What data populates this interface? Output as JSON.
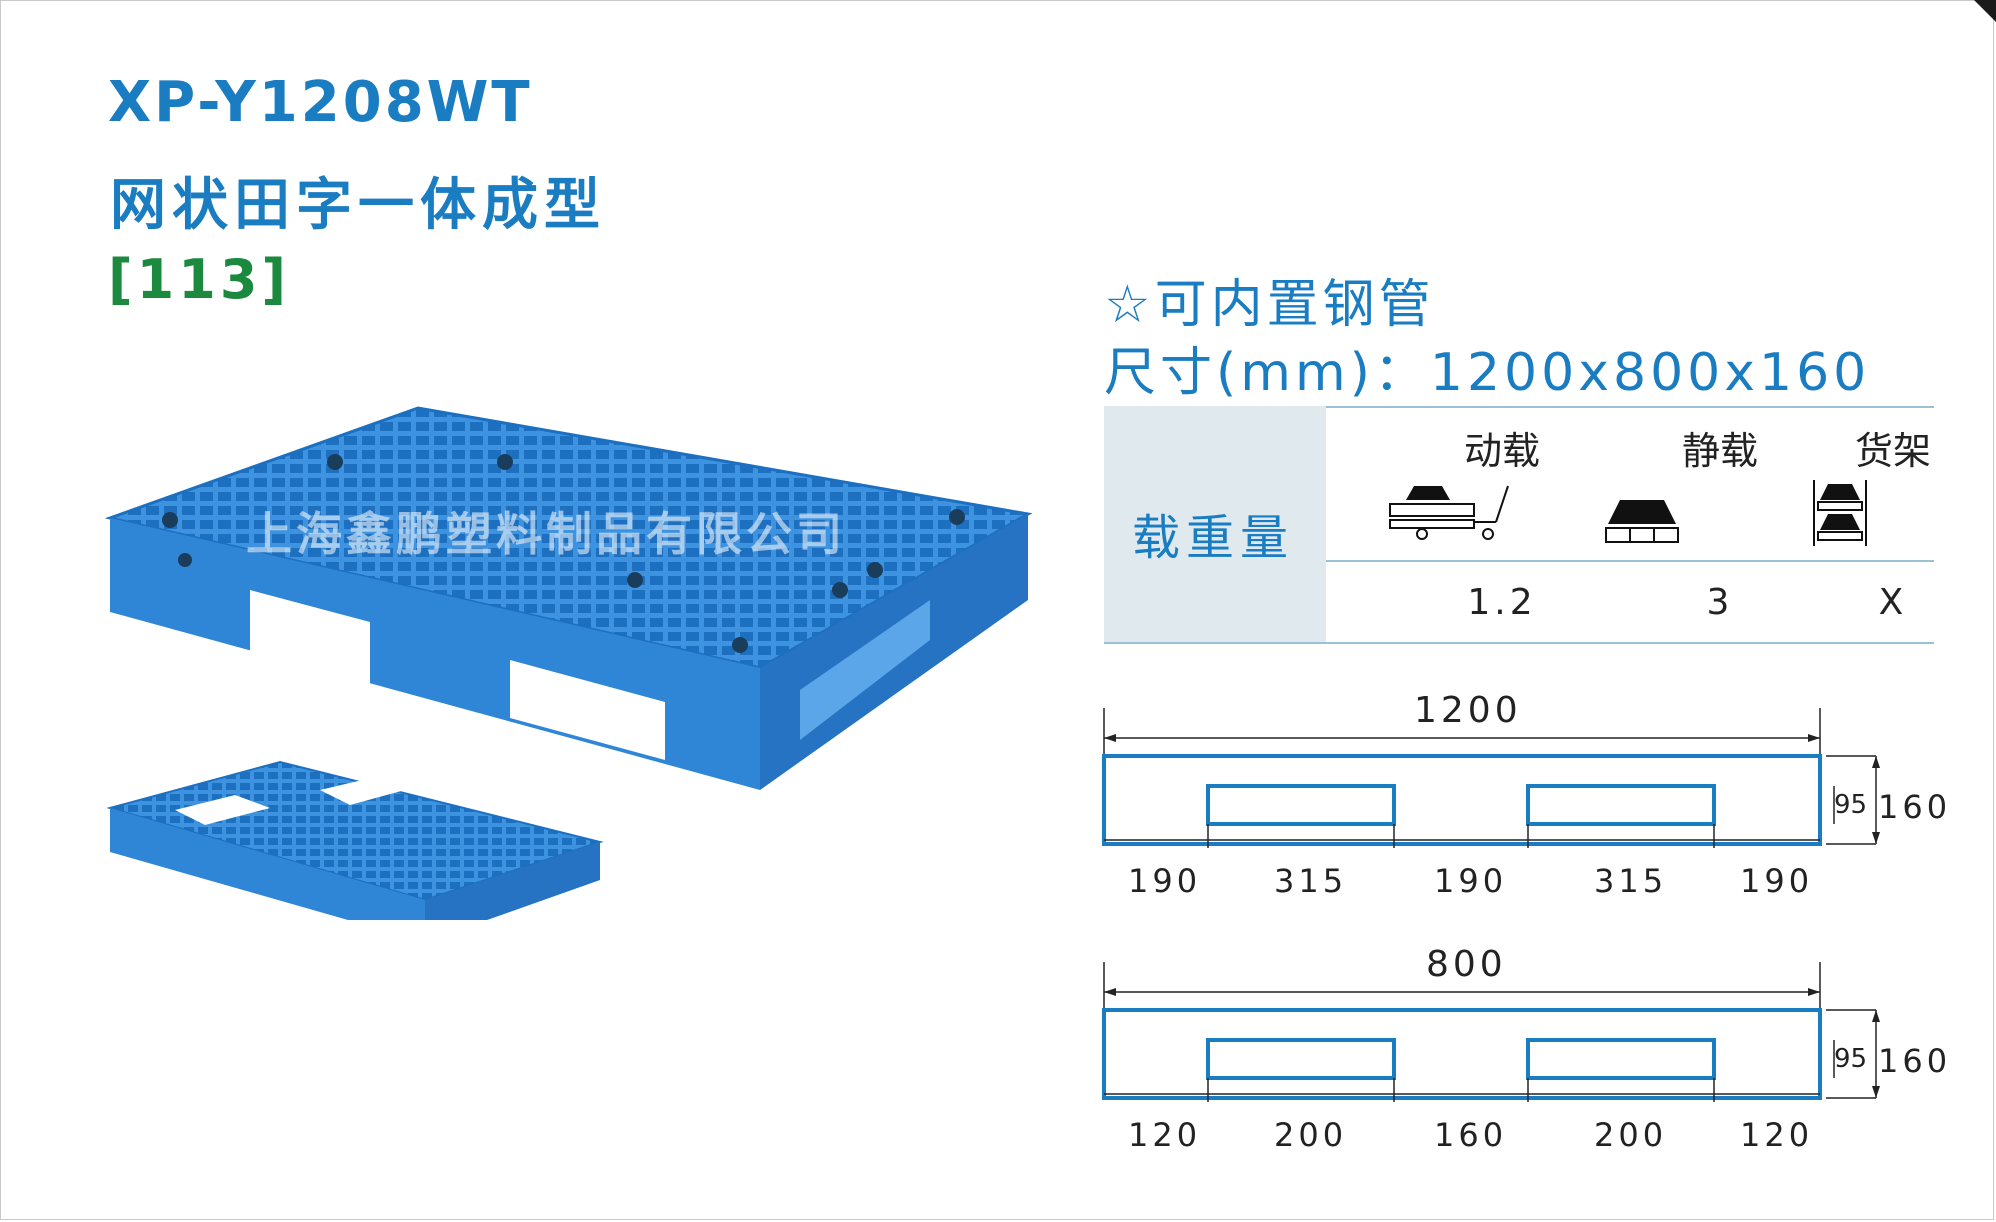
{
  "title": "XP-Y1208WT",
  "subtitle": "网状田字一体成型",
  "code": "[113]",
  "watermark": "上海鑫鹏塑料制品有限公司",
  "feature": "☆可内置钢管",
  "size": "尺寸(mm)：1200x800x160",
  "load_table": {
    "header": "载重量",
    "columns": [
      {
        "label": "动载",
        "value": "1.2",
        "icon": "trolley-load-icon"
      },
      {
        "label": "静载",
        "value": "3",
        "icon": "static-load-icon"
      },
      {
        "label": "货架",
        "value": "X",
        "icon": "rack-load-icon"
      }
    ]
  },
  "diagram_long": {
    "total": "1200",
    "height": "160",
    "opening_height": "95",
    "segments": [
      "190",
      "315",
      "190",
      "315",
      "190"
    ]
  },
  "diagram_short": {
    "total": "800",
    "height": "160",
    "opening_height": "95",
    "segments": [
      "120",
      "200",
      "160",
      "200",
      "120"
    ]
  },
  "colors": {
    "brand_blue": "#1a7cc1",
    "code_green": "#1c8a3e",
    "pallet_blue": "#2f86d6",
    "table_bg": "#dfe9ee"
  }
}
